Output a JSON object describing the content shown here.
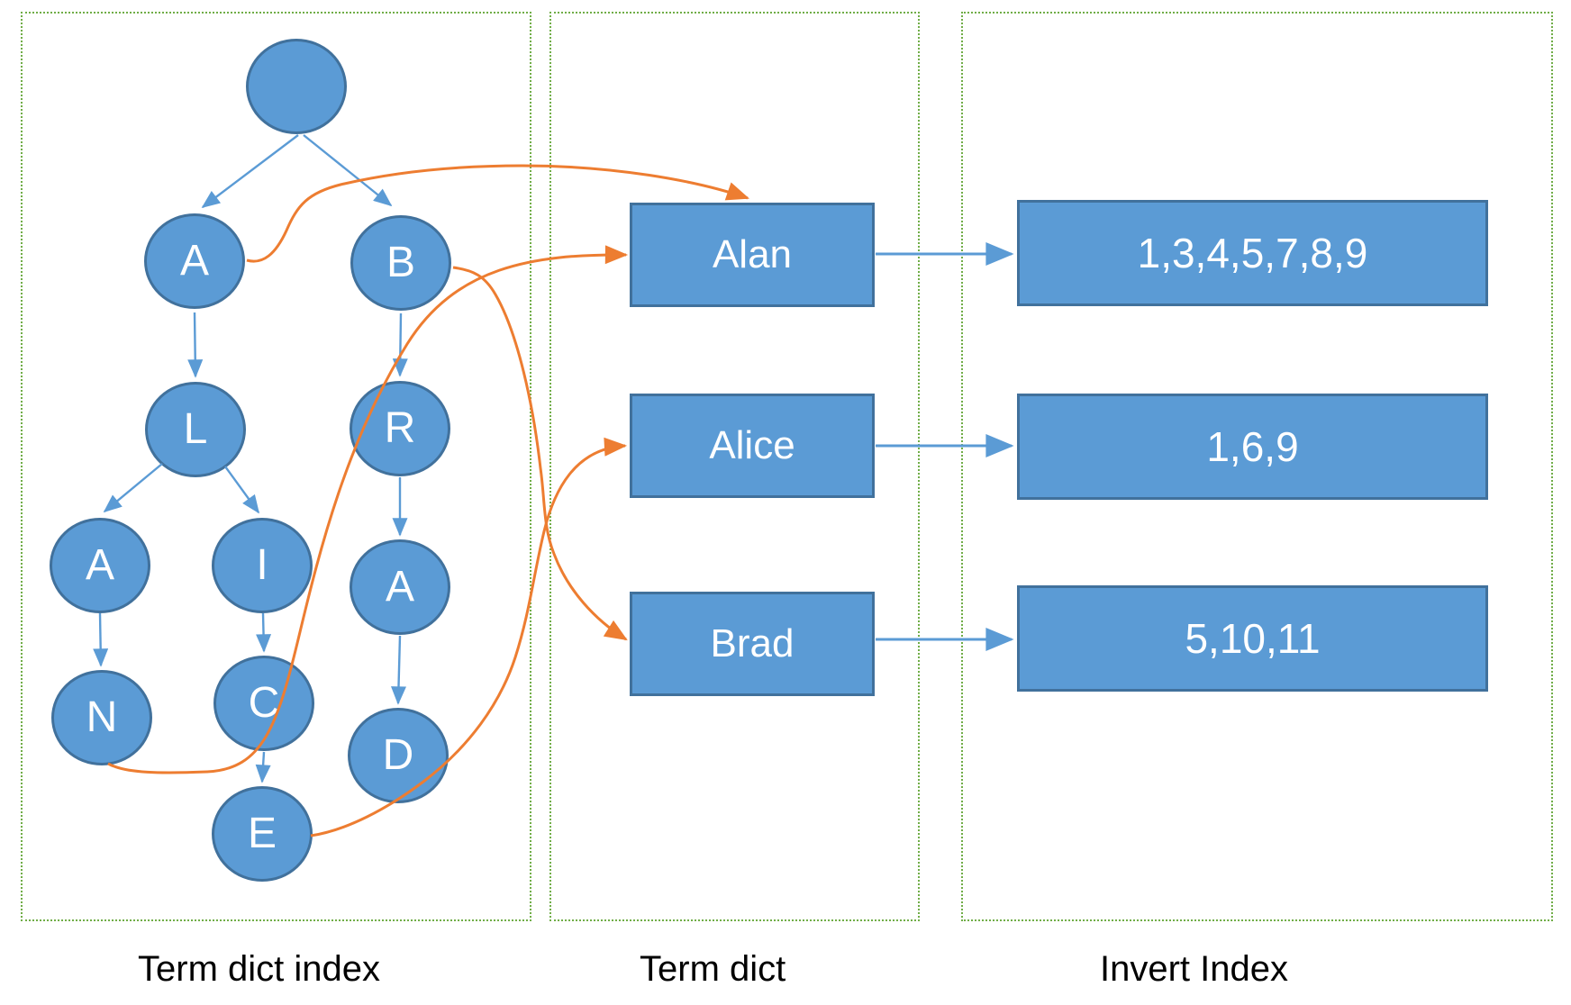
{
  "panels": [
    {
      "label": "Term dict index"
    },
    {
      "label": "Term dict"
    },
    {
      "label": "Invert Index"
    }
  ],
  "tree": {
    "nodes": [
      {
        "id": "root",
        "label": ""
      },
      {
        "id": "A1",
        "label": "A"
      },
      {
        "id": "B",
        "label": "B"
      },
      {
        "id": "L",
        "label": "L"
      },
      {
        "id": "R",
        "label": "R"
      },
      {
        "id": "A2",
        "label": "A"
      },
      {
        "id": "I",
        "label": "I"
      },
      {
        "id": "A3",
        "label": "A"
      },
      {
        "id": "N",
        "label": "N"
      },
      {
        "id": "C",
        "label": "C"
      },
      {
        "id": "D",
        "label": "D"
      },
      {
        "id": "E",
        "label": "E"
      }
    ],
    "edges": [
      [
        "root",
        "A1"
      ],
      [
        "root",
        "B"
      ],
      [
        "A1",
        "L"
      ],
      [
        "B",
        "R"
      ],
      [
        "L",
        "A2"
      ],
      [
        "L",
        "I"
      ],
      [
        "A2",
        "N"
      ],
      [
        "I",
        "C"
      ],
      [
        "C",
        "E"
      ],
      [
        "R",
        "A3"
      ],
      [
        "A3",
        "D"
      ]
    ]
  },
  "term_dict": {
    "items": [
      "Alan",
      "Alice",
      "Brad"
    ]
  },
  "invert_index": {
    "items": [
      "1,3,4,5,7,8,9",
      "1,6,9",
      "5,10,11"
    ]
  },
  "index_links": [
    {
      "from": "A1",
      "to": "Alan"
    },
    {
      "from": "N",
      "to": "Alan"
    },
    {
      "from": "B",
      "to": "Brad"
    },
    {
      "from": "E",
      "to": "Alice"
    }
  ],
  "posting_links": [
    {
      "from": "Alan",
      "to": "1,3,4,5,7,8,9"
    },
    {
      "from": "Alice",
      "to": "1,6,9"
    },
    {
      "from": "Brad",
      "to": "5,10,11"
    }
  ],
  "colors": {
    "shape_fill": "#5b9bd5",
    "shape_border": "#41719c",
    "connector_blue": "#5b9bd5",
    "connector_orange": "#ed7d31",
    "panel_border": "#70ad47",
    "text_on_shape": "#ffffff",
    "label_text": "#000000",
    "bg": "#ffffff"
  }
}
